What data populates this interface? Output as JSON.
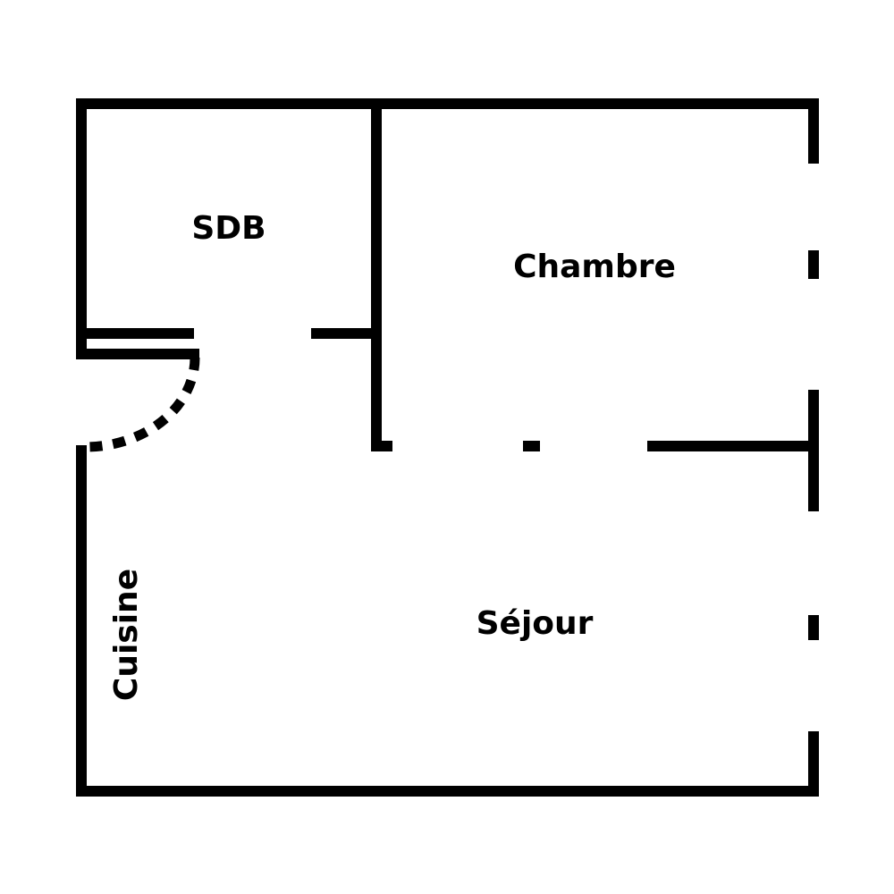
{
  "plan": {
    "rooms": {
      "sdb": "SDB",
      "chambre": "Chambre",
      "sejour": "Séjour",
      "cuisine": "Cuisine"
    },
    "wall_color": "#000000",
    "background": "#ffffff"
  }
}
